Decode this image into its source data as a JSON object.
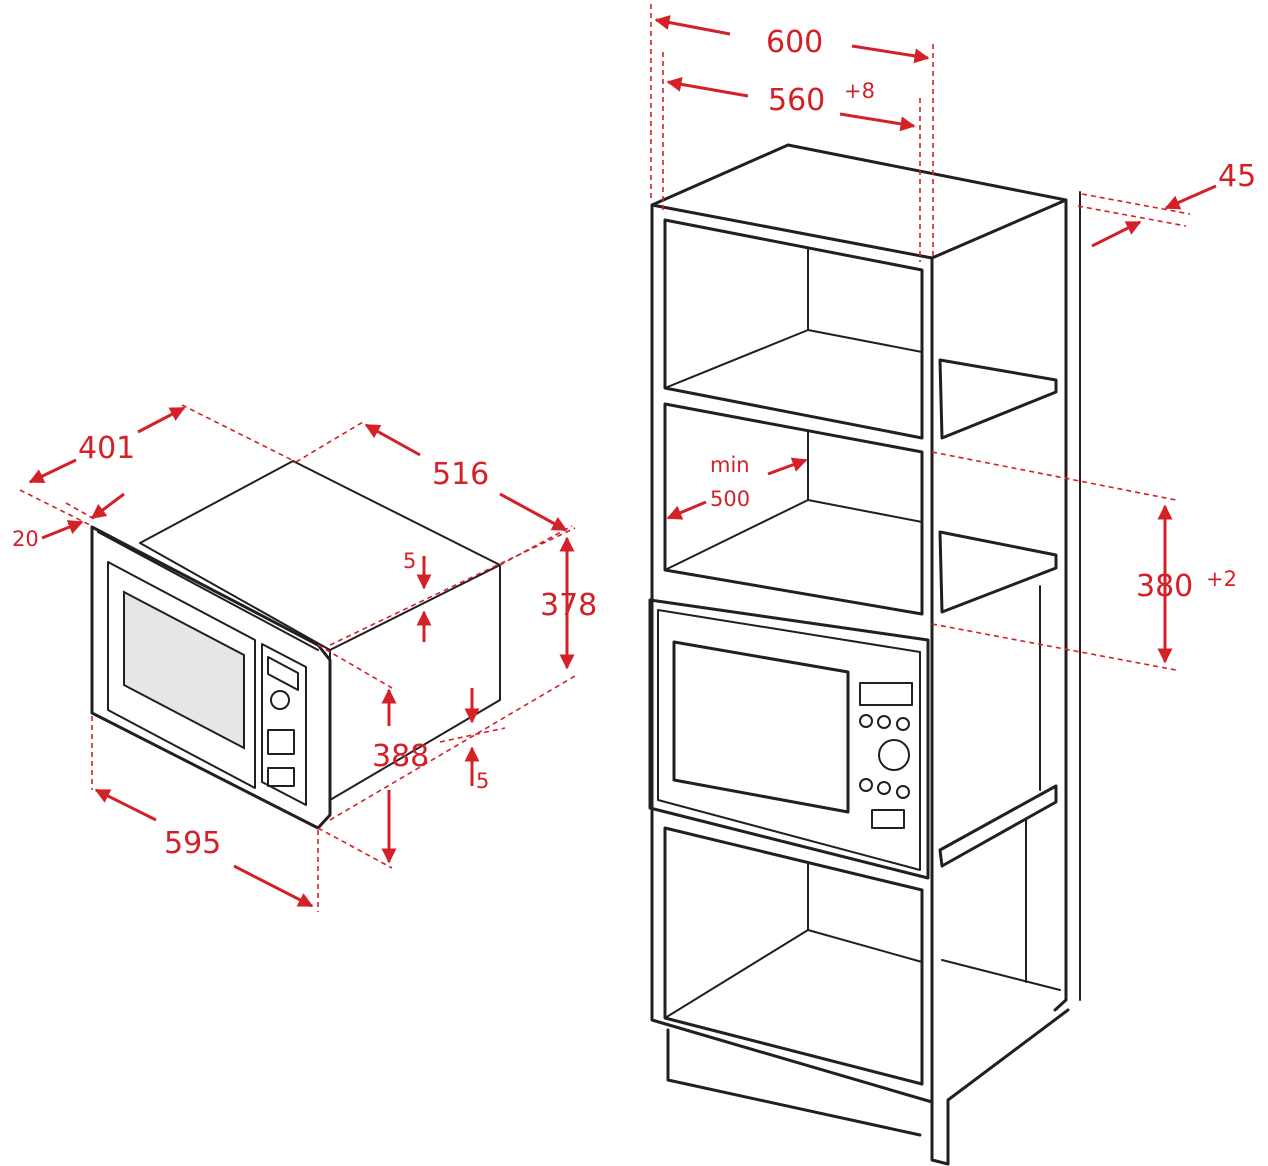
{
  "colors": {
    "dimension": "#d42027",
    "outline": "#231f20",
    "fill": "#e6e6e6"
  },
  "microwave": {
    "width": "595",
    "depth": "516",
    "frame_depth": "401",
    "frame_thickness": "20",
    "height": "388",
    "body_height": "378",
    "gap_top": "5",
    "gap_bottom": "5"
  },
  "cabinet": {
    "outer_width": "600",
    "inner_width": "560",
    "inner_width_tol": "+8",
    "depth_min_top": "min",
    "depth_min_value": "500",
    "niche_height": "380",
    "niche_height_tol": "+2",
    "wall_gap": "45"
  }
}
